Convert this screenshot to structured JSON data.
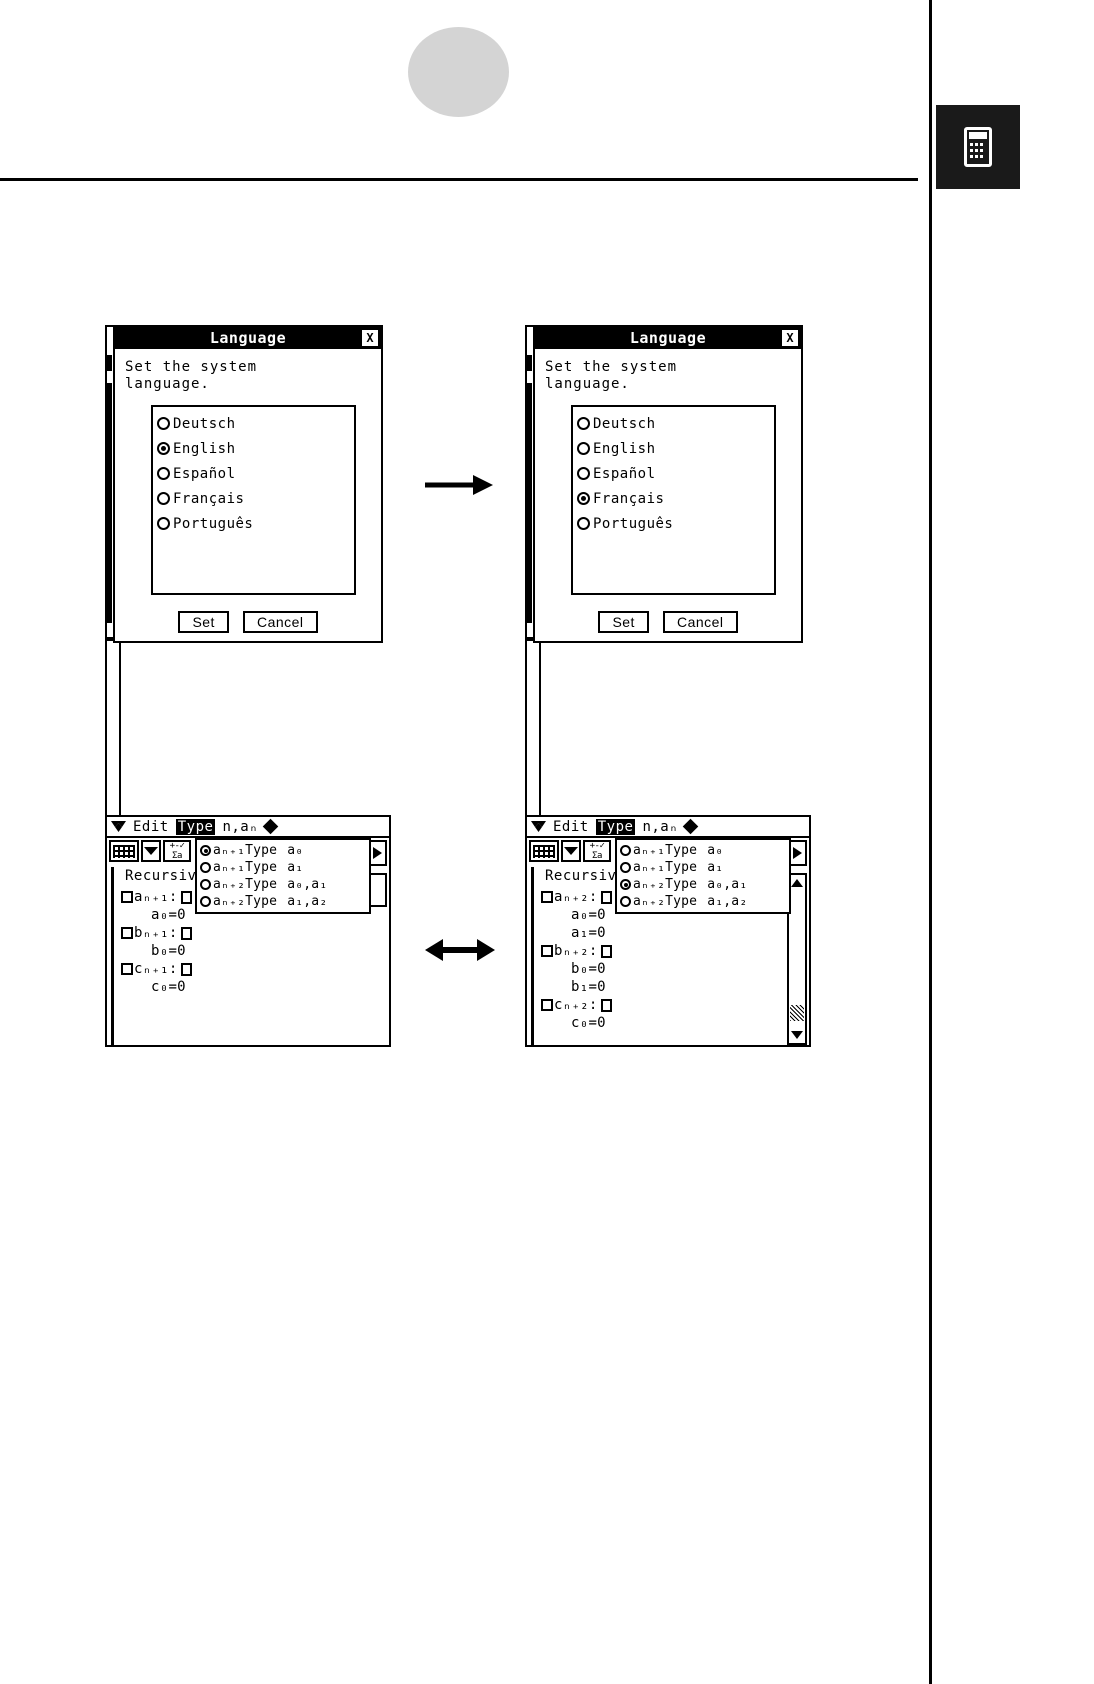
{
  "page": {
    "tab_icon": "calculator-icon",
    "circle_decoration": "gray-circle"
  },
  "flow_arrows": {
    "top": "arrow-right",
    "bottom": "arrow-left-right"
  },
  "language_dialog": {
    "title": "Language",
    "close_label": "X",
    "message": "Set the system\nlanguage.",
    "options": [
      "Deutsch",
      "English",
      "Español",
      "Français",
      "Português"
    ],
    "buttons": {
      "set": "Set",
      "cancel": "Cancel"
    },
    "before": {
      "selected": "English",
      "selected_index": 1
    },
    "after": {
      "selected": "Français",
      "selected_index": 3
    }
  },
  "sequence_window": {
    "menubar": {
      "down_icon": "w-down-icon",
      "edit": "Edit",
      "type": "Type",
      "nan": "n,aₙ",
      "diamond_icon": "diamond-icon"
    },
    "toolbar": {
      "grid_icon": "grid-icon",
      "dropdown_icon": "chevron-down-icon",
      "plusminus_label": "+-✓\nΣa"
    },
    "type_menu": {
      "items": [
        {
          "label": "aₙ₊₁Type",
          "arg": "a₀"
        },
        {
          "label": "aₙ₊₁Type",
          "arg": "a₁"
        },
        {
          "label": "aₙ₊₂Type",
          "arg": "a₀,a₁"
        },
        {
          "label": "aₙ₊₂Type",
          "arg": "a₁,a₂"
        }
      ]
    },
    "before": {
      "panel_title": "Recursiv",
      "selected_index": 0,
      "rows": [
        {
          "kind": "check",
          "label": "aₙ₊₁:"
        },
        {
          "kind": "value",
          "label": "a₀=0"
        },
        {
          "kind": "check",
          "label": "bₙ₊₁:"
        },
        {
          "kind": "value",
          "label": "b₀=0"
        },
        {
          "kind": "check",
          "label": "cₙ₊₁:"
        },
        {
          "kind": "value",
          "label": "c₀=0"
        }
      ]
    },
    "after": {
      "panel_title": "Recursiv",
      "selected_index": 2,
      "rows": [
        {
          "kind": "check",
          "label": "aₙ₊₂:"
        },
        {
          "kind": "value",
          "label": "a₀=0"
        },
        {
          "kind": "value",
          "label": "a₁=0"
        },
        {
          "kind": "check",
          "label": "bₙ₊₂:"
        },
        {
          "kind": "value",
          "label": "b₀=0"
        },
        {
          "kind": "value",
          "label": "b₁=0"
        },
        {
          "kind": "check",
          "label": "cₙ₊₂:"
        },
        {
          "kind": "value",
          "label": "c₀=0"
        }
      ]
    }
  }
}
